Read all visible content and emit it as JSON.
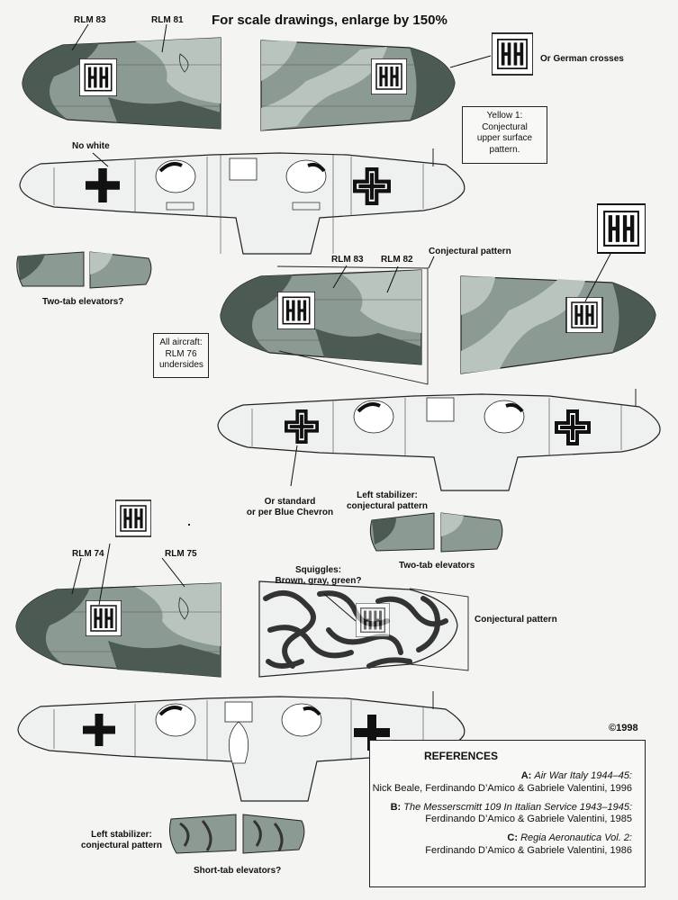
{
  "header": {
    "title": "For scale drawings, enlarge by 150%"
  },
  "labels": {
    "rlm83_a": "RLM 83",
    "rlm81": "RLM 81",
    "or_german_crosses": "Or German crosses",
    "no_white": "No white",
    "two_tab_elevators_q": "Two-tab elevators?",
    "rlm83_b": "RLM 83",
    "rlm82": "RLM 82",
    "conjectural_pattern_a": "Conjectural pattern",
    "or_standard_l1": "Or standard",
    "or_standard_l2": "or per Blue Chevron",
    "left_stab_a_l1": "Left stabilizer:",
    "left_stab_a_l2": "conjectural pattern",
    "two_tab_elevators": "Two-tab elevators",
    "rlm74": "RLM 74",
    "rlm75": "RLM 75",
    "squiggles_l1": "Squiggles:",
    "squiggles_l2": "Brown, gray, green?",
    "conjectural_pattern_b": "Conjectural pattern",
    "copyright": "©1998",
    "left_stab_b_l1": "Left stabilizer:",
    "left_stab_b_l2": "conjectural pattern",
    "short_tab_elevators": "Short-tab elevators?"
  },
  "notes": {
    "yellow1": [
      "Yellow 1:",
      "Conjectural",
      "upper surface",
      "pattern."
    ],
    "all_aircraft": [
      "All aircraft:",
      "RLM 76",
      "undersides"
    ]
  },
  "references": {
    "heading": "REFERENCES",
    "entries": [
      {
        "letter": "A:",
        "title": "Air War Italy 1944–45:",
        "authors": "Nick Beale, Ferdinando D’Amico & Gabriele Valentini, 1996"
      },
      {
        "letter": "B:",
        "title": "The Messerscmitt 109 In Italian Service 1943–1945:",
        "authors": "Ferdinando D’Amico & Gabriele Valentini, 1985"
      },
      {
        "letter": "C:",
        "title": "Regia Aeronautica Vol. 2:",
        "authors": "Ferdinando D’Amico & Gabriele Valentini, 1986"
      }
    ]
  },
  "colors": {
    "dark": "#4c5a54",
    "mid": "#8c9a94",
    "light": "#b9c4be",
    "underside": "#eef1f0",
    "line": "#222222"
  }
}
